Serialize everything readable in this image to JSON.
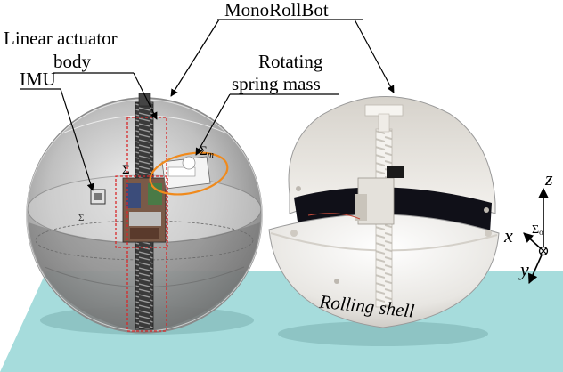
{
  "labels": {
    "monorollbot": "MonoRollBot",
    "linear_actuator_line1": "Linear actuator",
    "linear_actuator_line2": "body",
    "imu": "IMU",
    "rotating_line1": "Rotating",
    "rotating_line2": "spring mass",
    "rolling_shell": "Rolling shell"
  },
  "frames": {
    "sigma": "Σ",
    "sigma_m": "Σm",
    "sigma_o": "Σo",
    "sigma_sub_m": "m",
    "sigma_sub_o": "o"
  },
  "axes": {
    "x": "x",
    "y": "y",
    "z": "z"
  },
  "colors": {
    "floor": "#a6dcdc",
    "shell_outline": "#9a9a9a",
    "orange_ellipse": "#f08a1c",
    "red_dashed": "#d8282a",
    "shell_inner_dark": "#101018"
  }
}
